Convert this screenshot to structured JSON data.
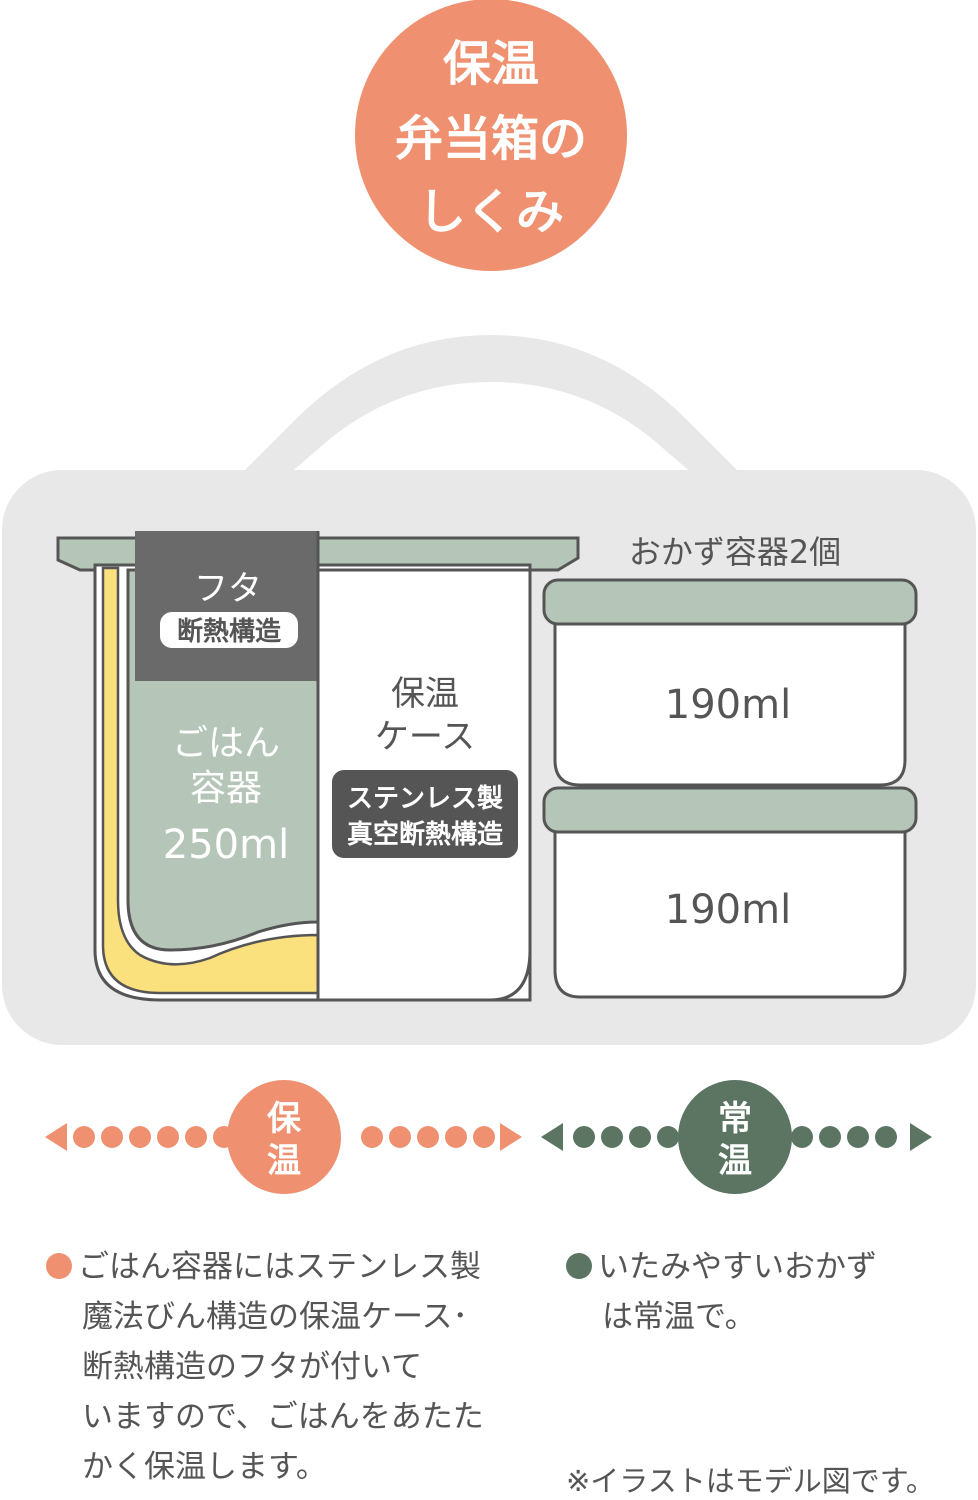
{
  "title": {
    "line1": "保温",
    "line2": "弁当箱の",
    "line3": "しくみ"
  },
  "colors": {
    "salmon": "#ef9171",
    "green": "#5c7563",
    "sage": "#b5c6b9",
    "gray_bg": "#e8e8e8",
    "dark_gray": "#6a6a6a",
    "yellow": "#fbe07e",
    "text": "#555555"
  },
  "rice_container": {
    "lid_label": "フタ",
    "lid_badge": "断熱構造",
    "name_line1": "ごはん",
    "name_line2": "容器",
    "capacity": "250ml"
  },
  "case": {
    "name_line1": "保温",
    "name_line2": "ケース",
    "badge_line1": "ステンレス製",
    "badge_line2": "真空断熱構造"
  },
  "side_containers": {
    "heading": "おかず容器2個",
    "top_capacity": "190ml",
    "bottom_capacity": "190ml"
  },
  "legend": {
    "warm_line1": "保",
    "warm_line2": "温",
    "room_line1": "常",
    "room_line2": "温"
  },
  "descriptions": {
    "warm": [
      "ごはん容器にはステンレス製",
      "魔法びん構造の保温ケース･",
      "断熱構造のフタが付いて",
      "いますので、ごはんをあたた",
      "かく保温します。"
    ],
    "room": [
      "いたみやすいおかず",
      "は常温で。"
    ]
  },
  "note": "※イラストはモデル図です。"
}
